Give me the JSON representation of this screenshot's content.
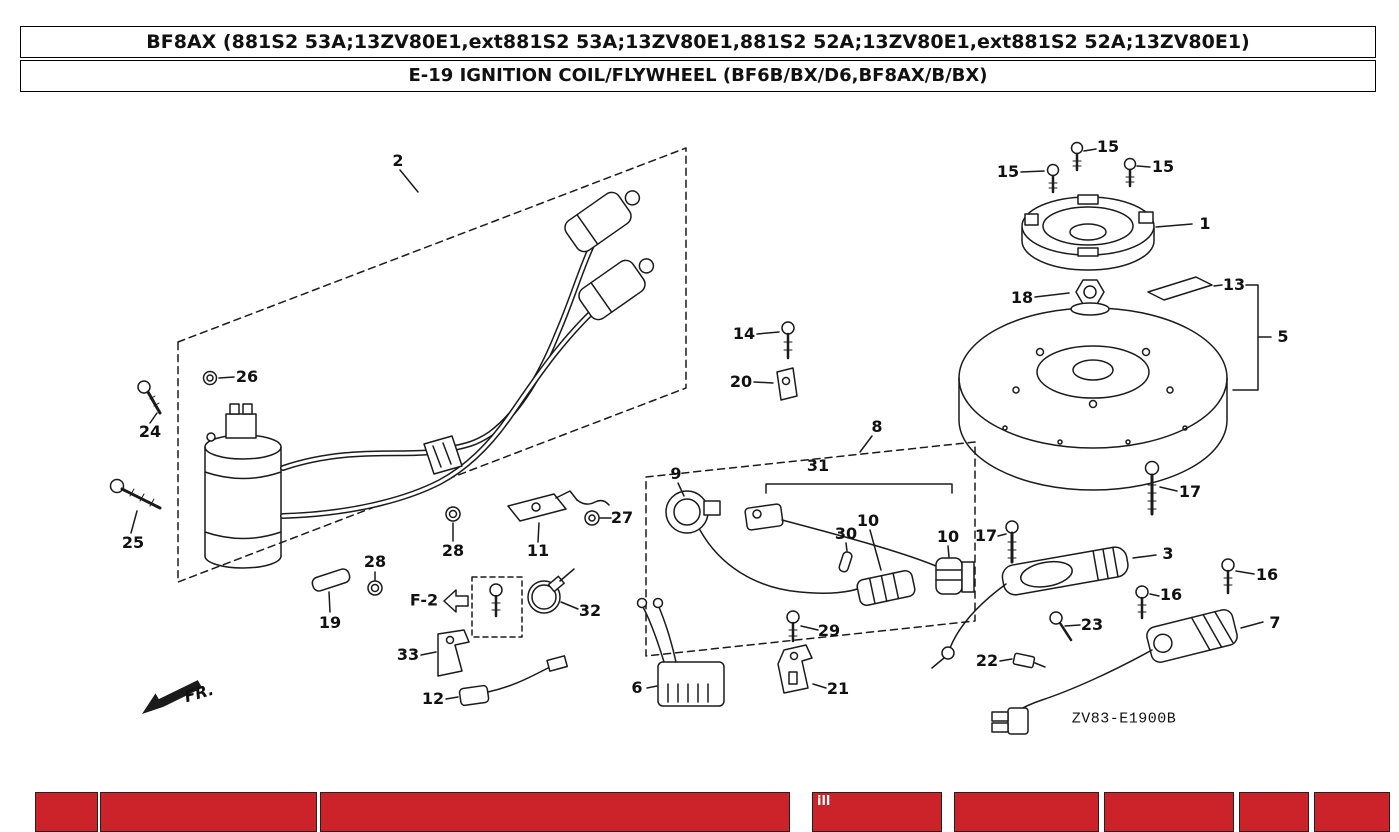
{
  "header": {
    "model_line": "BF8AX (881S2 53A;13ZV80E1,ext881S2 53A;13ZV80E1,881S2 52A;13ZV80E1,ext881S2 52A;13ZV80E1)",
    "section_line": "E-19 IGNITION COIL/FLYWHEEL (BF6B/BX/D6,BF8AX/B/BX)"
  },
  "diagram": {
    "callouts": [
      "2",
      "15",
      "15",
      "15",
      "1",
      "18",
      "13",
      "5",
      "14",
      "20",
      "26",
      "24",
      "8",
      "31",
      "9",
      "17",
      "17",
      "30",
      "10",
      "10",
      "27",
      "11",
      "28",
      "28",
      "25",
      "3",
      "16",
      "16",
      "19",
      "32",
      "29",
      "23",
      "7",
      "33",
      "22",
      "12",
      "6",
      "21"
    ],
    "f2_label": "F-2",
    "fr_label": "FR.",
    "drawing_code": "ZV83-E1900B"
  },
  "table": {
    "header_fragment": "ill"
  },
  "colors": {
    "table_header_red": "#cc2229",
    "diagram_line": "#1b1b1b"
  }
}
